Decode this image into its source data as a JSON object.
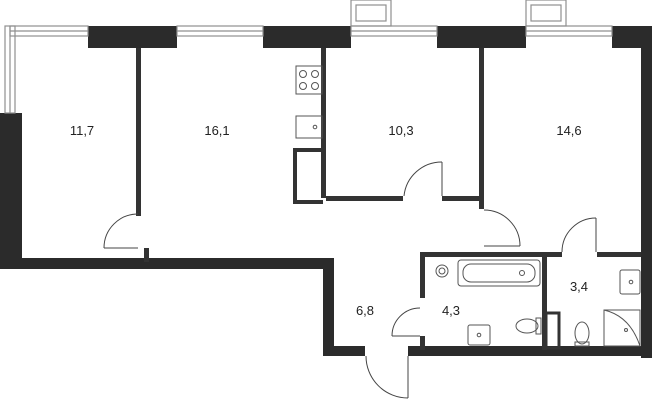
{
  "colors": {
    "wall": "#2b2b2b",
    "thin": "#3a3a3a",
    "glass": "#9a9a9a",
    "background": "#ffffff"
  },
  "rooms": [
    {
      "id": "bedroom-1",
      "area": "11,7"
    },
    {
      "id": "living-room",
      "area": "16,1"
    },
    {
      "id": "kitchen",
      "area": "10,3"
    },
    {
      "id": "bedroom-2",
      "area": "14,6"
    },
    {
      "id": "hallway",
      "area": "6,8"
    },
    {
      "id": "bathroom",
      "area": "4,3"
    },
    {
      "id": "wc",
      "area": "3,4"
    }
  ],
  "fixtures": [
    "stove-icon",
    "sink-icon",
    "bathtub-icon",
    "washbasin-icon",
    "toilet-icon",
    "shower-icon",
    "window-icon",
    "door-icon"
  ]
}
